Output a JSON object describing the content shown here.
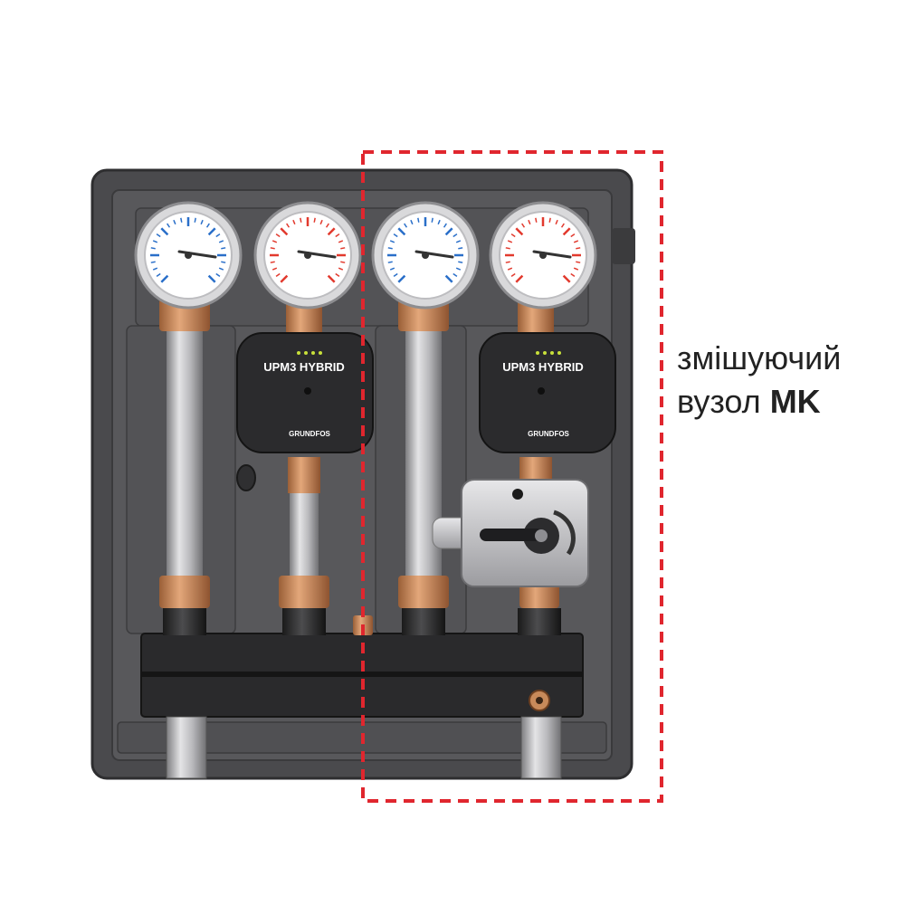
{
  "caption": {
    "line1": "змішуючий",
    "line2_prefix": "вузол",
    "line2_bold": "MK"
  },
  "pumps": [
    {
      "model": "UPM3 HYBRID",
      "brand": "GRUNDFOS"
    },
    {
      "model": "UPM3 HYBRID",
      "brand": "GRUNDFOS"
    }
  ],
  "gauges": [
    {
      "color": "#2a6fc9"
    },
    {
      "color": "#e23a2e"
    },
    {
      "color": "#2a6fc9"
    },
    {
      "color": "#e23a2e"
    }
  ],
  "colors": {
    "frame": "#4a4a4d",
    "frame_inner": "#5d5d60",
    "pipe": "#a9a9ab",
    "brass": "#c88a5a",
    "pump_body": "#2b2b2d",
    "highlight_dash": "#e0262e"
  }
}
